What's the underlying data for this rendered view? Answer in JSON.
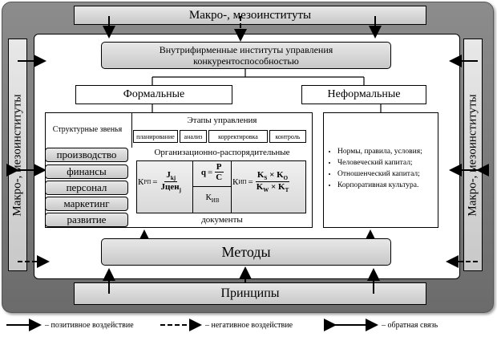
{
  "macro_top": "Макро-, мезоинституты",
  "macro_left": "Макро-, мезоинституты",
  "macro_right": "Макро-, мезоинституты",
  "principles": "Принципы",
  "intra_institutes": {
    "line1": "Внутрифирменные институты управления",
    "line2": "конкурентоспособностью"
  },
  "formal": "Формальные",
  "informal": "Неформальные",
  "structural_units": "Структурные звенья",
  "departments": [
    "производство",
    "финансы",
    "персонал",
    "маркетинг",
    "развитие"
  ],
  "stages_title": "Этапы управления",
  "stages": [
    "планирование",
    "анализ",
    "корректировка",
    "контроль"
  ],
  "org_admin": "Организационно-распорядительные",
  "documents": "документы",
  "formulas": {
    "krp_label": "К",
    "krp_sub": "РП",
    "krp_num": "J",
    "krp_num_sub": "kj",
    "krp_den": "Jцен",
    "krp_den_sub": "j",
    "q_label": "q",
    "q_num": "P",
    "q_den": "C",
    "kiv_label": "К",
    "kiv_sub": "ИВ",
    "kip_label": "К",
    "kip_sub": "ИП",
    "kip_num": "K",
    "kip_num_s": "S",
    "kip_num_o": "O",
    "kip_den": "K",
    "kip_den_w": "W",
    "kip_den_t": "T",
    "times": "×"
  },
  "informal_items": [
    "Нормы, правила, условия;",
    "Человеческий капитал;",
    "Отношенческий капитал;",
    "Корпоративная культура."
  ],
  "methods": "Методы",
  "legend": {
    "positive": "– позитивное воздействие",
    "negative": "– негативное воздействие",
    "feedback": "– обратная связь"
  }
}
